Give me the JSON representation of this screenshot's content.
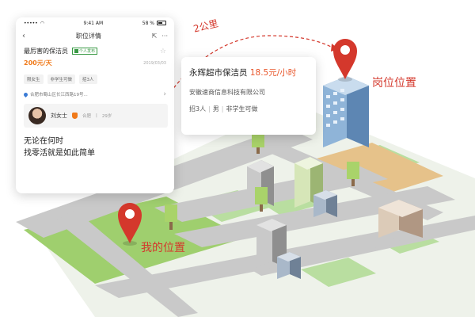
{
  "phone": {
    "status": {
      "time": "9:41 AM",
      "battery": "58 %"
    },
    "nav": {
      "title": "职位详情",
      "back_icon": "chevron-left-icon",
      "share_icon": "share-icon",
      "more_icon": "more-icon"
    },
    "job": {
      "title": "最厉害的保洁员",
      "publisher_tag": "个人发布",
      "salary": "200元/天",
      "date": "2019/03/03",
      "tags": [
        "限女生",
        "非学生可做",
        "招3人"
      ],
      "location": "合肥市蜀山区长江西路19号..."
    },
    "user": {
      "name": "刘女士",
      "city": "合肥",
      "age": "29岁"
    },
    "slogan": [
      "无论在何时",
      "找零活就是如此简单"
    ]
  },
  "job_card": {
    "title": "永辉超市保洁员",
    "salary": "18.5元/小时",
    "company": "安徽速商信息科技有限公司",
    "meta": [
      "招3人",
      "男",
      "非学生可做"
    ]
  },
  "map": {
    "distance": "2公里",
    "job_location_label": "岗位位置",
    "my_location_label": "我的位置",
    "pin_color": "#d4382c",
    "grass_color": "#9fcf6e",
    "road_color": "#c9c9c9"
  }
}
